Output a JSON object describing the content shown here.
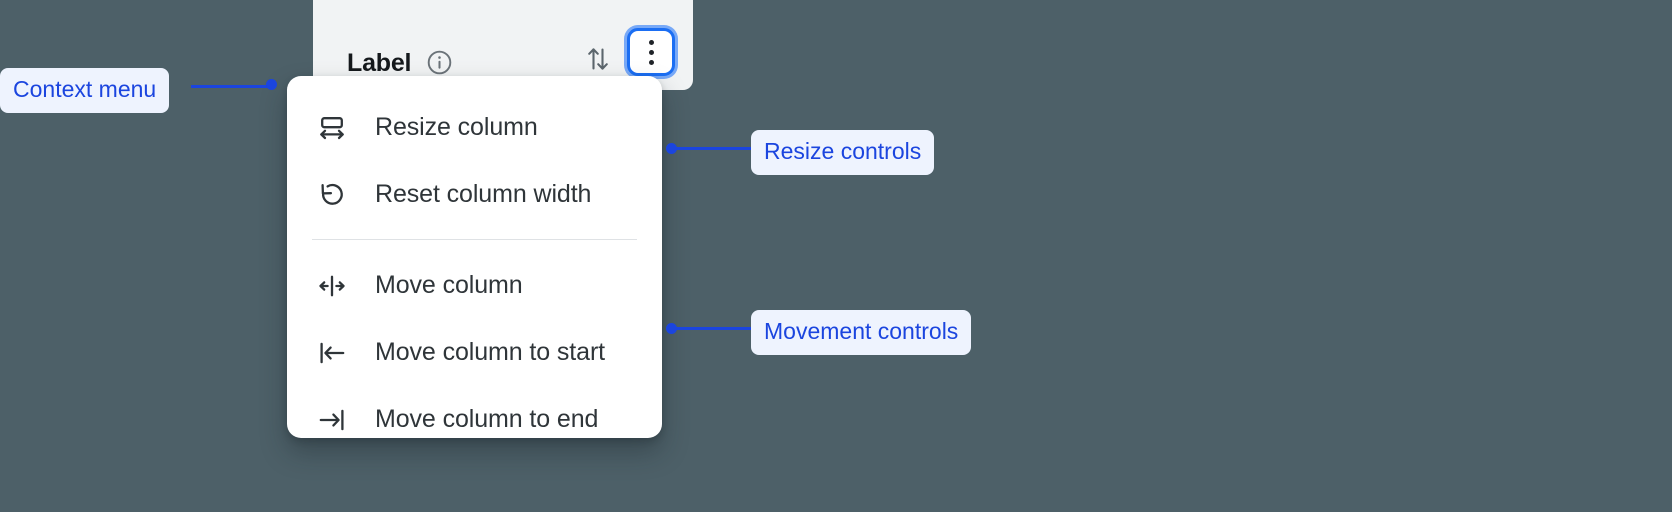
{
  "colors": {
    "background": "#4d6068",
    "header_panel": "#f1f3f4",
    "menu_surface": "#ffffff",
    "accent_blue": "#1b45df",
    "focus_ring_blue": "#1b6ef3",
    "annotation_pill_bg": "#eef3fe",
    "menu_text": "#2f3539",
    "header_text": "#15191c",
    "divider": "#dfe2e5"
  },
  "column_header": {
    "label": "Label",
    "info_icon": "info-circle-icon",
    "sort_icon": "sort-up-down-icon",
    "overflow_icon": "kebab-vertical-icon",
    "overflow_state": "focused"
  },
  "context_menu": {
    "groups": [
      {
        "name": "resize",
        "items": [
          {
            "icon": "resize-column-icon",
            "label": "Resize column"
          },
          {
            "icon": "reset-width-icon",
            "label": "Reset column width"
          }
        ]
      },
      {
        "name": "movement",
        "items": [
          {
            "icon": "move-column-icon",
            "label": "Move column"
          },
          {
            "icon": "move-to-start-icon",
            "label": "Move column to start"
          },
          {
            "icon": "move-to-end-icon",
            "label": "Move column to end"
          }
        ]
      }
    ]
  },
  "annotations": [
    {
      "id": "context",
      "label": "Context menu",
      "side": "left"
    },
    {
      "id": "resize",
      "label": "Resize controls",
      "side": "right"
    },
    {
      "id": "movement",
      "label": "Movement controls",
      "side": "right"
    }
  ]
}
